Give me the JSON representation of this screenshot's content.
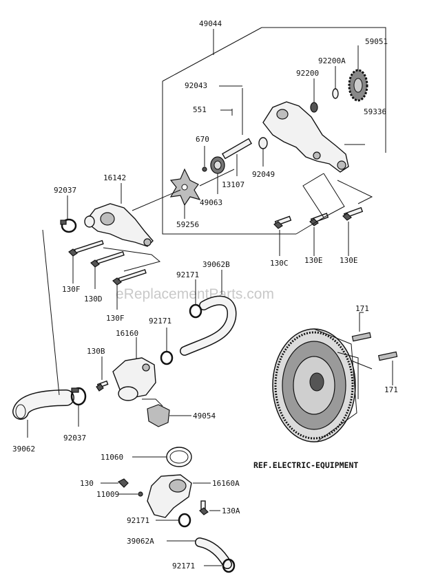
{
  "watermark": "eReplacementParts.com",
  "reference_note": "REF.ELECTRIC-EQUIPMENT",
  "parts": {
    "p49044": "49044",
    "p59051": "59051",
    "p92200A": "92200A",
    "p92200": "92200",
    "p92043": "92043",
    "p59336": "59336",
    "p551": "551",
    "p670": "670",
    "p92049": "92049",
    "p16142": "16142",
    "p92037a": "92037",
    "p13107": "13107",
    "p49063": "49063",
    "p59256": "59256",
    "p130C": "130C",
    "p130E1": "130E",
    "p130E2": "130E",
    "p130F1": "130F",
    "p130D": "130D",
    "p39062B": "39062B",
    "p92171a": "92171",
    "p130F2": "130F",
    "p92171b": "92171",
    "p16160": "16160",
    "p130B": "130B",
    "p171a": "171",
    "p171b": "171",
    "p49054": "49054",
    "p39062": "39062",
    "p92037b": "92037",
    "p11060": "11060",
    "p130": "130",
    "p16160A": "16160A",
    "p11009": "11009",
    "p130A": "130A",
    "p92171c": "92171",
    "p39062A": "39062A",
    "p92171d": "92171"
  }
}
